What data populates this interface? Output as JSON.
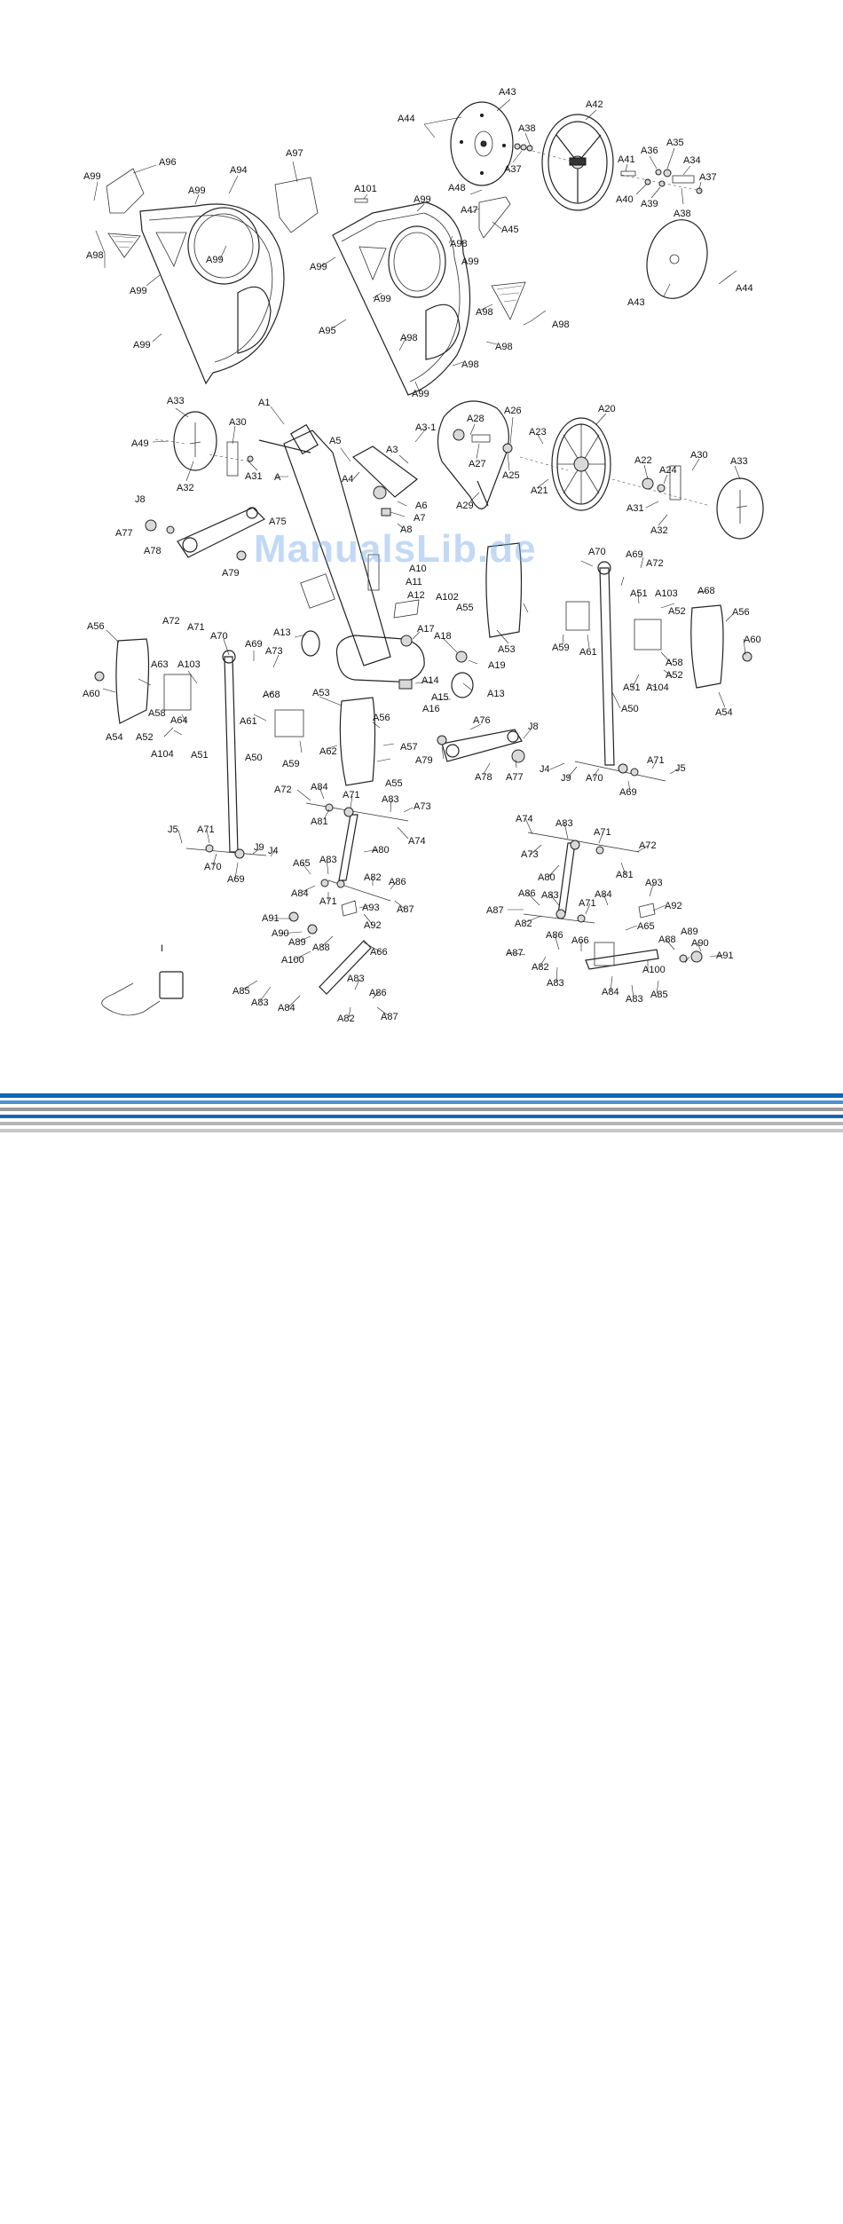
{
  "watermark": "ManualsLib.de",
  "colors": {
    "stripe_dark": "#1565b0",
    "stripe_mid": "#4d8fd1",
    "stripe_gray": "#9a9a9a",
    "stripe_light": "#c8c8c8"
  },
  "labels": [
    {
      "id": "A43a",
      "text": "A43"
    },
    {
      "id": "A44a",
      "text": "A44"
    },
    {
      "id": "A38a",
      "text": "A38"
    },
    {
      "id": "A37a",
      "text": "A37"
    },
    {
      "id": "A42",
      "text": "A42"
    },
    {
      "id": "A41",
      "text": "A41"
    },
    {
      "id": "A36",
      "text": "A36"
    },
    {
      "id": "A35",
      "text": "A35"
    },
    {
      "id": "A34",
      "text": "A34"
    },
    {
      "id": "A37b",
      "text": "A37"
    },
    {
      "id": "A40",
      "text": "A40"
    },
    {
      "id": "A39",
      "text": "A39"
    },
    {
      "id": "A38b",
      "text": "A38"
    },
    {
      "id": "A96",
      "text": "A96"
    },
    {
      "id": "A99a",
      "text": "A99"
    },
    {
      "id": "A94",
      "text": "A94"
    },
    {
      "id": "A97",
      "text": "A97"
    },
    {
      "id": "A99b",
      "text": "A99"
    },
    {
      "id": "A101",
      "text": "A101"
    },
    {
      "id": "A99c",
      "text": "A99"
    },
    {
      "id": "A48",
      "text": "A48"
    },
    {
      "id": "A47",
      "text": "A47"
    },
    {
      "id": "A98a",
      "text": "A98"
    },
    {
      "id": "A45",
      "text": "A45"
    },
    {
      "id": "A99d",
      "text": "A99"
    },
    {
      "id": "A43b",
      "text": "A43"
    },
    {
      "id": "A44b",
      "text": "A44"
    },
    {
      "id": "A98b",
      "text": "A98"
    },
    {
      "id": "A99e",
      "text": "A99"
    },
    {
      "id": "A99f",
      "text": "A99"
    },
    {
      "id": "A99g",
      "text": "A99"
    },
    {
      "id": "A98c",
      "text": "A98"
    },
    {
      "id": "A98d",
      "text": "A98"
    },
    {
      "id": "A99h",
      "text": "A99"
    },
    {
      "id": "A95",
      "text": "A95"
    },
    {
      "id": "A98e",
      "text": "A98"
    },
    {
      "id": "A98f",
      "text": "A98"
    },
    {
      "id": "A99i",
      "text": "A99"
    },
    {
      "id": "A98g",
      "text": "A98"
    },
    {
      "id": "A98h",
      "text": "A98"
    },
    {
      "id": "A99j",
      "text": "A99"
    },
    {
      "id": "A33a",
      "text": "A33"
    },
    {
      "id": "A30a",
      "text": "A30"
    },
    {
      "id": "A49",
      "text": "A49"
    },
    {
      "id": "A32a",
      "text": "A32"
    },
    {
      "id": "A31a",
      "text": "A31"
    },
    {
      "id": "A1",
      "text": "A1"
    },
    {
      "id": "A5",
      "text": "A5"
    },
    {
      "id": "A4",
      "text": "A4"
    },
    {
      "id": "A",
      "text": "A"
    },
    {
      "id": "A3-1",
      "text": "A3-1"
    },
    {
      "id": "A3",
      "text": "A3"
    },
    {
      "id": "A28",
      "text": "A28"
    },
    {
      "id": "A27",
      "text": "A27"
    },
    {
      "id": "A26",
      "text": "A26"
    },
    {
      "id": "A25",
      "text": "A25"
    },
    {
      "id": "A29",
      "text": "A29"
    },
    {
      "id": "A20",
      "text": "A20"
    },
    {
      "id": "A23",
      "text": "A23"
    },
    {
      "id": "A21",
      "text": "A21"
    },
    {
      "id": "A22",
      "text": "A22"
    },
    {
      "id": "A24",
      "text": "A24"
    },
    {
      "id": "A30b",
      "text": "A30"
    },
    {
      "id": "A33b",
      "text": "A33"
    },
    {
      "id": "A31b",
      "text": "A31"
    },
    {
      "id": "A32b",
      "text": "A32"
    },
    {
      "id": "A6",
      "text": "A6"
    },
    {
      "id": "A7",
      "text": "A7"
    },
    {
      "id": "A8",
      "text": "A8"
    },
    {
      "id": "J8a",
      "text": "J8"
    },
    {
      "id": "A75",
      "text": "A75"
    },
    {
      "id": "A77a",
      "text": "A77"
    },
    {
      "id": "A78a",
      "text": "A78"
    },
    {
      "id": "A79a",
      "text": "A79"
    },
    {
      "id": "A10",
      "text": "A10"
    },
    {
      "id": "A11",
      "text": "A11"
    },
    {
      "id": "A12",
      "text": "A12"
    },
    {
      "id": "A102",
      "text": "A102"
    },
    {
      "id": "A70a",
      "text": "A70"
    },
    {
      "id": "A69a",
      "text": "A69"
    },
    {
      "id": "A72a",
      "text": "A72"
    },
    {
      "id": "A55a",
      "text": "A55"
    },
    {
      "id": "A68a",
      "text": "A68"
    },
    {
      "id": "A51a",
      "text": "A51"
    },
    {
      "id": "A103a",
      "text": "A103"
    },
    {
      "id": "A52a",
      "text": "A52"
    },
    {
      "id": "A56a",
      "text": "A56"
    },
    {
      "id": "A60a",
      "text": "A60"
    },
    {
      "id": "A59a",
      "text": "A59"
    },
    {
      "id": "A61a",
      "text": "A61"
    },
    {
      "id": "A53a",
      "text": "A53"
    },
    {
      "id": "A58a",
      "text": "A58"
    },
    {
      "id": "A52b",
      "text": "A52"
    },
    {
      "id": "A51b",
      "text": "A51"
    },
    {
      "id": "A104a",
      "text": "A104"
    },
    {
      "id": "A54a",
      "text": "A54"
    },
    {
      "id": "A50a",
      "text": "A50"
    },
    {
      "id": "A56b",
      "text": "A56"
    },
    {
      "id": "A72b",
      "text": "A72"
    },
    {
      "id": "A71a",
      "text": "A71"
    },
    {
      "id": "A70b",
      "text": "A70"
    },
    {
      "id": "A69b",
      "text": "A69"
    },
    {
      "id": "A73a",
      "text": "A73"
    },
    {
      "id": "A13a",
      "text": "A13"
    },
    {
      "id": "A17",
      "text": "A17"
    },
    {
      "id": "A18",
      "text": "A18"
    },
    {
      "id": "A19",
      "text": "A19"
    },
    {
      "id": "A14",
      "text": "A14"
    },
    {
      "id": "A15",
      "text": "A15"
    },
    {
      "id": "A16",
      "text": "A16"
    },
    {
      "id": "A13b",
      "text": "A13"
    },
    {
      "id": "A60b",
      "text": "A60"
    },
    {
      "id": "A63",
      "text": "A63"
    },
    {
      "id": "A103b",
      "text": "A103"
    },
    {
      "id": "A68b",
      "text": "A68"
    },
    {
      "id": "A58b",
      "text": "A58"
    },
    {
      "id": "A64",
      "text": "A64"
    },
    {
      "id": "A54b",
      "text": "A54"
    },
    {
      "id": "A52c",
      "text": "A52"
    },
    {
      "id": "A104b",
      "text": "A104"
    },
    {
      "id": "A51c",
      "text": "A51"
    },
    {
      "id": "A50b",
      "text": "A50"
    },
    {
      "id": "A53b",
      "text": "A53"
    },
    {
      "id": "A56c",
      "text": "A56"
    },
    {
      "id": "A61b",
      "text": "A61"
    },
    {
      "id": "A57",
      "text": "A57"
    },
    {
      "id": "A59b",
      "text": "A59"
    },
    {
      "id": "A62",
      "text": "A62"
    },
    {
      "id": "A55b",
      "text": "A55"
    },
    {
      "id": "A76",
      "text": "A76"
    },
    {
      "id": "J8b",
      "text": "J8"
    },
    {
      "id": "A79b",
      "text": "A79"
    },
    {
      "id": "A78b",
      "text": "A78"
    },
    {
      "id": "A77b",
      "text": "A77"
    },
    {
      "id": "J4a",
      "text": "J4"
    },
    {
      "id": "J9a",
      "text": "J9"
    },
    {
      "id": "A70c",
      "text": "A70"
    },
    {
      "id": "A71b",
      "text": "A71"
    },
    {
      "id": "J5a",
      "text": "J5"
    },
    {
      "id": "A69c",
      "text": "A69"
    },
    {
      "id": "A72c",
      "text": "A72"
    },
    {
      "id": "A84a",
      "text": "A84"
    },
    {
      "id": "A71c",
      "text": "A71"
    },
    {
      "id": "A83a",
      "text": "A83"
    },
    {
      "id": "A73b",
      "text": "A73"
    },
    {
      "id": "A81a",
      "text": "A81"
    },
    {
      "id": "A74a",
      "text": "A74"
    },
    {
      "id": "A80a",
      "text": "A80"
    },
    {
      "id": "J5b",
      "text": "J5"
    },
    {
      "id": "A71d",
      "text": "A71"
    },
    {
      "id": "J9b",
      "text": "J9"
    },
    {
      "id": "J4b",
      "text": "J4"
    },
    {
      "id": "A70d",
      "text": "A70"
    },
    {
      "id": "A69d",
      "text": "A69"
    },
    {
      "id": "A65a",
      "text": "A65"
    },
    {
      "id": "A83b",
      "text": "A83"
    },
    {
      "id": "A82a",
      "text": "A82"
    },
    {
      "id": "A86a",
      "text": "A86"
    },
    {
      "id": "A84b",
      "text": "A84"
    },
    {
      "id": "A71e",
      "text": "A71"
    },
    {
      "id": "A93a",
      "text": "A93"
    },
    {
      "id": "A87a",
      "text": "A87"
    },
    {
      "id": "A92a",
      "text": "A92"
    },
    {
      "id": "A91a",
      "text": "A91"
    },
    {
      "id": "A90a",
      "text": "A90"
    },
    {
      "id": "A89a",
      "text": "A89"
    },
    {
      "id": "A88a",
      "text": "A88"
    },
    {
      "id": "A100a",
      "text": "A100"
    },
    {
      "id": "A66a",
      "text": "A66"
    },
    {
      "id": "I",
      "text": "I"
    },
    {
      "id": "A85a",
      "text": "A85"
    },
    {
      "id": "A83c",
      "text": "A83"
    },
    {
      "id": "A84c",
      "text": "A84"
    },
    {
      "id": "A83d",
      "text": "A83"
    },
    {
      "id": "A86b",
      "text": "A86"
    },
    {
      "id": "A82b",
      "text": "A82"
    },
    {
      "id": "A87b",
      "text": "A87"
    },
    {
      "id": "A74b",
      "text": "A74"
    },
    {
      "id": "A83e",
      "text": "A83"
    },
    {
      "id": "A71f",
      "text": "A71"
    },
    {
      "id": "A73c",
      "text": "A73"
    },
    {
      "id": "A72d",
      "text": "A72"
    },
    {
      "id": "A81b",
      "text": "A81"
    },
    {
      "id": "A80b",
      "text": "A80"
    },
    {
      "id": "A86c",
      "text": "A86"
    },
    {
      "id": "A83f",
      "text": "A83"
    },
    {
      "id": "A84d",
      "text": "A84"
    },
    {
      "id": "A93b",
      "text": "A93"
    },
    {
      "id": "A87c",
      "text": "A87"
    },
    {
      "id": "A82c",
      "text": "A82"
    },
    {
      "id": "A71g",
      "text": "A71"
    },
    {
      "id": "A92b",
      "text": "A92"
    },
    {
      "id": "A65b",
      "text": "A65"
    },
    {
      "id": "A86d",
      "text": "A86"
    },
    {
      "id": "A66b",
      "text": "A66"
    },
    {
      "id": "A88b",
      "text": "A88"
    },
    {
      "id": "A89b",
      "text": "A89"
    },
    {
      "id": "A90b",
      "text": "A90"
    },
    {
      "id": "A87d",
      "text": "A87"
    },
    {
      "id": "A82d",
      "text": "A82"
    },
    {
      "id": "A100b",
      "text": "A100"
    },
    {
      "id": "A91b",
      "text": "A91"
    },
    {
      "id": "A83g",
      "text": "A83"
    },
    {
      "id": "A84e",
      "text": "A84"
    },
    {
      "id": "A83h",
      "text": "A83"
    },
    {
      "id": "A85b",
      "text": "A85"
    },
    {
      "id": "A84f",
      "text": "A84"
    }
  ]
}
